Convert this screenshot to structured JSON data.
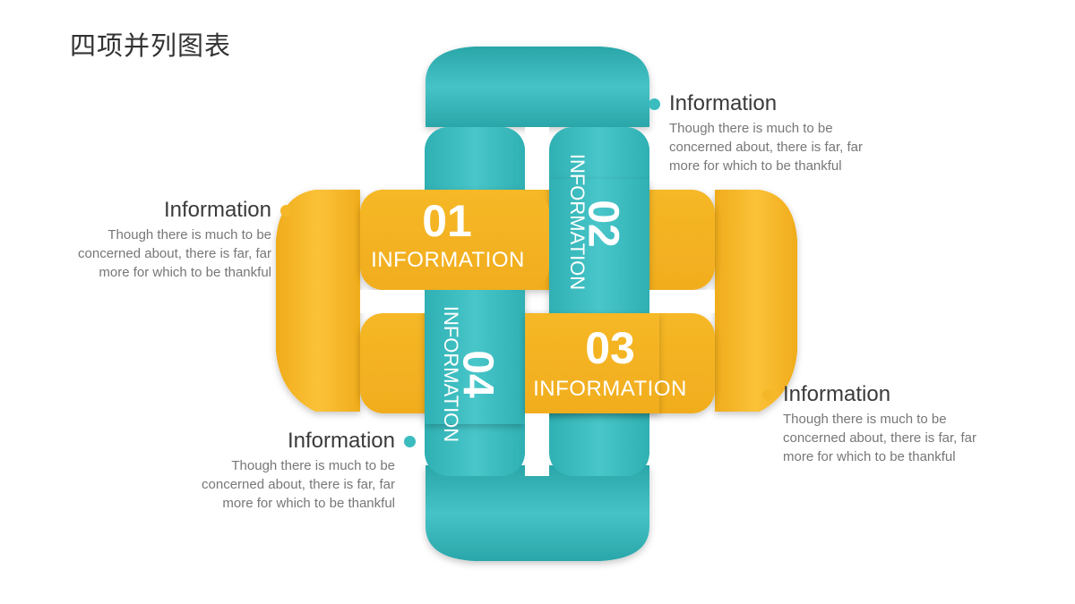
{
  "title": "四项并列图表",
  "colors": {
    "teal": "#3bbcbf",
    "yellow": "#f4b728"
  },
  "items": [
    {
      "number": "01",
      "label": "INFORMATION",
      "heading": "Information",
      "description": [
        "Though there is much to be",
        "concerned about, there is far, far",
        "more for which to be thankful"
      ]
    },
    {
      "number": "02",
      "label": "INFORMATION",
      "heading": "Information",
      "description": [
        "Though there is much to be",
        "concerned about, there is far, far",
        "more for which to be thankful"
      ]
    },
    {
      "number": "03",
      "label": "INFORMATION",
      "heading": "Information",
      "description": [
        "Though there is much to be",
        "concerned about, there is far, far",
        "more for which to be thankful"
      ]
    },
    {
      "number": "04",
      "label": "INFORMATION",
      "heading": "Information",
      "description": [
        "Though there is much to be",
        "concerned about, there is far, far",
        "more for which to be thankful"
      ]
    }
  ]
}
